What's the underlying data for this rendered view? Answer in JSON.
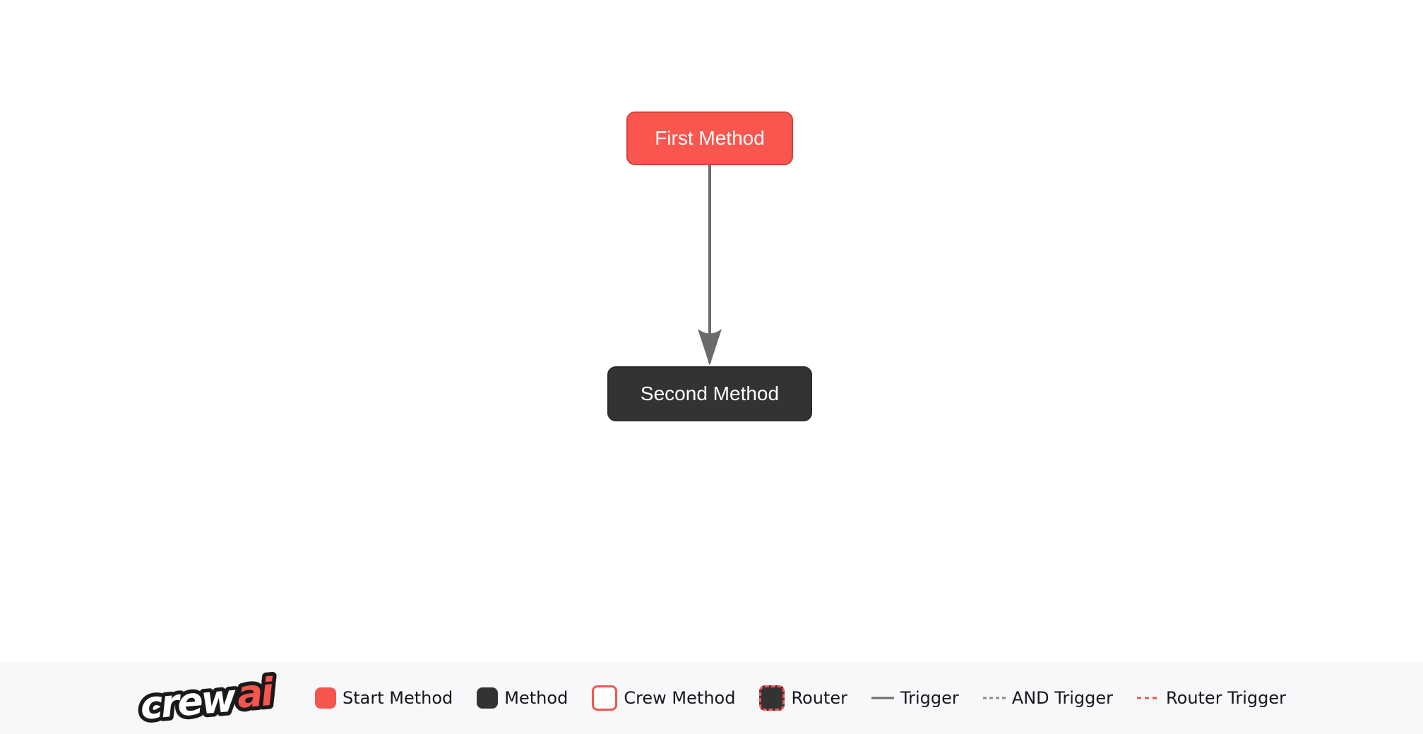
{
  "canvas": {
    "background": "#ffffff",
    "nodes": [
      {
        "id": "first",
        "label": "First Method",
        "type": "start-method",
        "fill": "#F8564E",
        "border": "#D8423A",
        "text_color": "#ffffff"
      },
      {
        "id": "second",
        "label": "Second Method",
        "type": "method",
        "fill": "#333333",
        "border": "#2B2B2B",
        "text_color": "#ffffff"
      }
    ],
    "edges": [
      {
        "from": "first",
        "to": "second",
        "type": "trigger",
        "color": "#6B6B6B",
        "arrow": "down"
      }
    ]
  },
  "legend": {
    "background": "#F7F8FA",
    "logo": {
      "word_crew": "crew",
      "word_ai": "ai",
      "crew_color": "#ffffff",
      "ai_color": "#F4554D",
      "outline_color": "#1a1a1a"
    },
    "items": [
      {
        "label": "Start Method",
        "swatch": "start-method-box"
      },
      {
        "label": "Method",
        "swatch": "method-box"
      },
      {
        "label": "Crew Method",
        "swatch": "crew-method-box"
      },
      {
        "label": "Router",
        "swatch": "router-box"
      },
      {
        "label": "Trigger",
        "swatch": "trigger-line"
      },
      {
        "label": "AND Trigger",
        "swatch": "and-trigger-line"
      },
      {
        "label": "Router Trigger",
        "swatch": "router-trigger-line"
      }
    ],
    "swatch_colors": {
      "coral": "#F4554D",
      "dark": "#333333",
      "trigger_line": "#6B6B6B",
      "and_trigger_line": "#8A8A8A",
      "router_trigger_line": "#F4554D"
    }
  }
}
